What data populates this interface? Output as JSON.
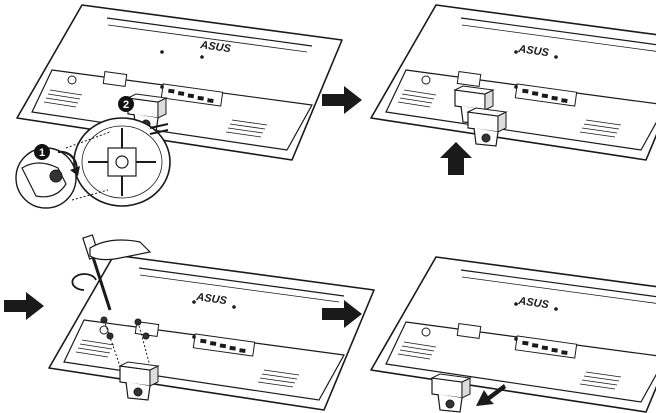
{
  "colors": {
    "ink": "#1a1a1a",
    "fill": "#ffffff",
    "shade": "#333333",
    "badge": "#111111",
    "badge_text": "#ffffff"
  },
  "panels": [
    {
      "id": "panel-1",
      "brand": "ASUS",
      "description": "remove stand base: loosen thumb screw and detach base"
    },
    {
      "id": "panel-2",
      "brand": "ASUS",
      "description": "lift neck off monitor"
    },
    {
      "id": "panel-3",
      "brand": "ASUS",
      "description": "unscrew hinge screws with screwdriver"
    },
    {
      "id": "panel-4",
      "brand": "ASUS",
      "description": "remove hinge from monitor"
    }
  ],
  "step_badges": [
    {
      "label": "1",
      "meaning": "loosen screw"
    },
    {
      "label": "2",
      "meaning": "remove base"
    }
  ],
  "icons": [
    "arrow-right-icon",
    "arrow-up-icon",
    "arrow-down-left-icon",
    "screwdriver-icon",
    "hand-icon",
    "rotate-icon"
  ]
}
